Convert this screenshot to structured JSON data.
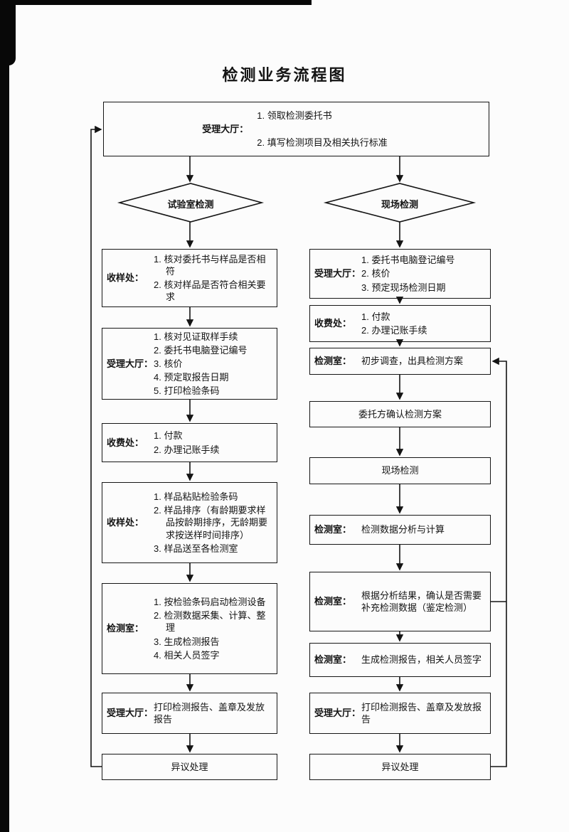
{
  "page": {
    "title": "检测业务流程图"
  },
  "colors": {
    "ink": "#141414",
    "paper": "#fcfcfc"
  },
  "top_box": {
    "label": "受理大厅：",
    "items": [
      "1. 领取检测委托书",
      "2. 填写检测项目及相关执行标准"
    ]
  },
  "branches": {
    "left_diamond": "试验室检测",
    "right_diamond": "现场检测"
  },
  "left_column": [
    {
      "label": "收样处：",
      "items": [
        "1. 核对委托书与样品是否相符",
        "2. 核对样品是否符合相关要求"
      ]
    },
    {
      "label": "受理大厅：",
      "items": [
        "1. 核对见证取样手续",
        "2. 委托书电脑登记编号",
        "3. 核价",
        "4. 预定取报告日期",
        "5. 打印检验条码"
      ]
    },
    {
      "label": "收费处：",
      "items": [
        "1. 付款",
        "2. 办理记账手续"
      ]
    },
    {
      "label": "收样处：",
      "items": [
        "1. 样品粘贴检验条码",
        "2. 样品排序（有龄期要求样品按龄期排序，无龄期要求按送样时间排序）",
        "3. 样品送至各检测室"
      ]
    },
    {
      "label": "检测室：",
      "items": [
        "1. 按检验条码启动检测设备",
        "2. 检测数据采集、计算、整理",
        "3. 生成检测报告",
        "4. 相关人员签字"
      ]
    },
    {
      "label": "受理大厅：",
      "text": "打印检测报告、盖章及发放报告"
    },
    {
      "text": "异议处理"
    }
  ],
  "right_column": [
    {
      "label": "受理大厅：",
      "items": [
        "1. 委托书电脑登记编号",
        "2. 核价",
        "3. 预定现场检测日期"
      ]
    },
    {
      "label": "收费处：",
      "items": [
        "1. 付款",
        "2. 办理记账手续"
      ]
    },
    {
      "label": "检测室：",
      "text": "初步调查，出具检测方案"
    },
    {
      "text": "委托方确认检测方案"
    },
    {
      "text": "现场检测"
    },
    {
      "label": "检测室：",
      "text": "检测数据分析与计算"
    },
    {
      "label": "检测室：",
      "text": "根据分析结果，确认是否需要补充检测数据（鉴定检测）"
    },
    {
      "label": "检测室：",
      "text": "生成检测报告，相关人员签字"
    },
    {
      "label": "受理大厅：",
      "text": "打印检测报告、盖章及发放报告"
    },
    {
      "text": "异议处理"
    }
  ]
}
